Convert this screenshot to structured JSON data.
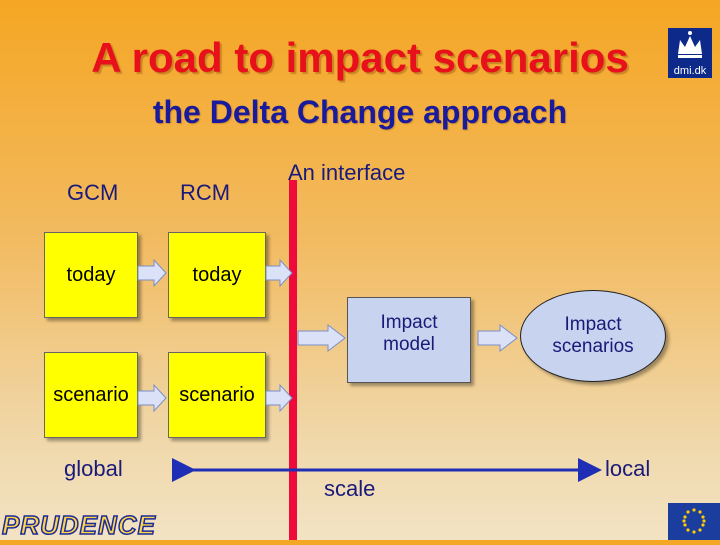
{
  "title": "A road to impact scenarios",
  "subtitle": "the Delta Change approach",
  "columns": {
    "gcm": "GCM",
    "rcm": "RCM",
    "interface": "An interface"
  },
  "boxes": {
    "gcm_today": "today",
    "rcm_today": "today",
    "gcm_scenario": "scenario",
    "rcm_scenario": "scenario",
    "impact_model": [
      "Impact",
      "model"
    ],
    "impact_scenarios": [
      "Impact",
      "scenarios"
    ]
  },
  "scale": {
    "global": "global",
    "center": "scale",
    "local": "local"
  },
  "logos": {
    "dmi": "dmi.dk",
    "prudence": "PRUDENCE"
  },
  "colors": {
    "title": "#e8101a",
    "subtitle": "#1a1a9c",
    "box": "#ffff00",
    "impact": "#c7d3ef",
    "bar": "#ee0a3a",
    "scale_arrow": "#1f2fb5"
  }
}
